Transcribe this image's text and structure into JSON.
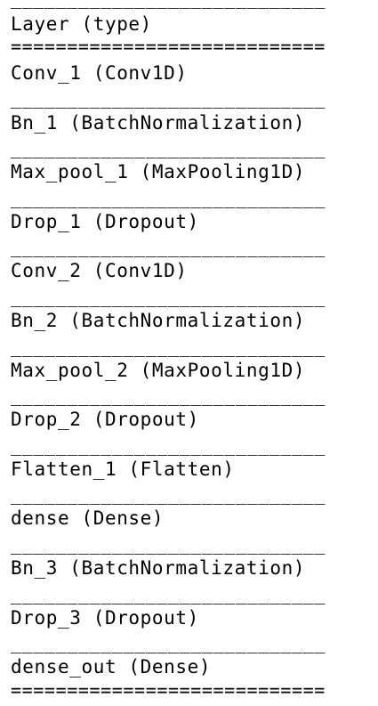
{
  "summary": {
    "rule_top": "____________________________",
    "header": "Layer (type)",
    "rule_header": "============================",
    "layers": [
      "Conv_1 (Conv1D)",
      "Bn_1 (BatchNormalization)",
      "Max_pool_1 (MaxPooling1D)",
      "Drop_1 (Dropout)",
      "Conv_2 (Conv1D)",
      "Bn_2 (BatchNormalization)",
      "Max_pool_2 (MaxPooling1D)",
      "Drop_2 (Dropout)",
      "Flatten_1 (Flatten)",
      "dense (Dense)",
      "Bn_3 (BatchNormalization)",
      "Drop_3 (Dropout)",
      "dense_out (Dense)"
    ],
    "rule_separator": "____________________________",
    "rule_bottom": "============================"
  }
}
